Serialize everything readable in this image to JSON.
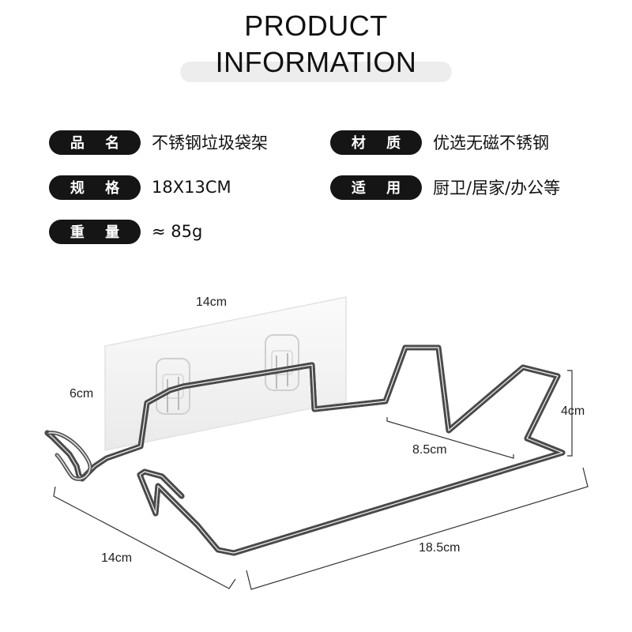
{
  "header": {
    "title_line1": "PRODUCT",
    "title_line2": "INFORMATION"
  },
  "specs": [
    {
      "label": "品 名",
      "value": "不锈钢垃圾袋架"
    },
    {
      "label": "材 质",
      "value": "优选无磁不锈钢"
    },
    {
      "label": "规 格",
      "value": "18X13CM"
    },
    {
      "label": "适 用",
      "value": "厨卫/居家/办公等"
    },
    {
      "label": "重 量",
      "value": "≈ 85g"
    }
  ],
  "dimensions": {
    "plate_width": "14cm",
    "plate_height": "6cm",
    "hook_depth": "8.5cm",
    "hook_height": "4cm",
    "side_depth": "14cm",
    "front_length": "18.5cm"
  },
  "colors": {
    "pill_bg": "#151515",
    "pill_text": "#ffffff",
    "title_band": "#ededed"
  }
}
